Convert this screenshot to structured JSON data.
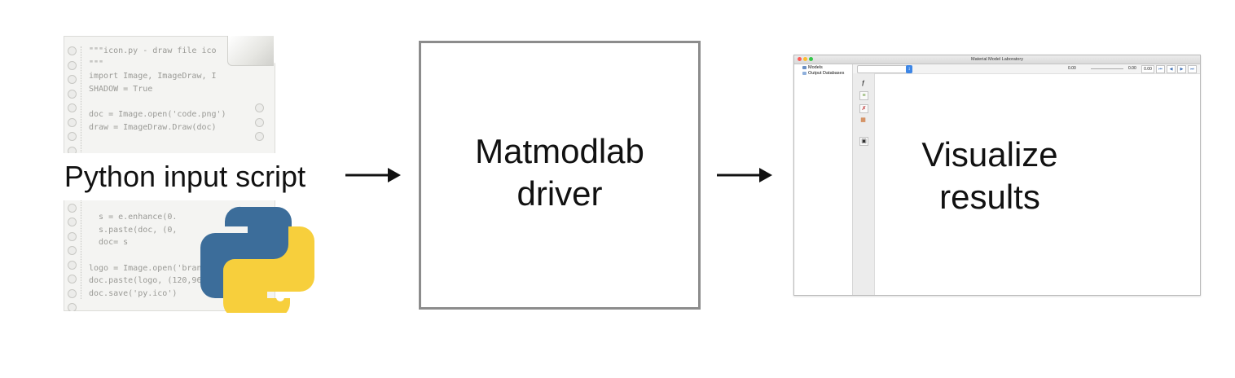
{
  "nodes": {
    "input": {
      "label": "Python input script"
    },
    "driver": {
      "label_line1": "Matmodlab",
      "label_line2": "driver"
    },
    "output": {
      "label_line1": "Visualize",
      "label_line2": "results"
    }
  },
  "script_icon": {
    "code_lines": [
      "\"\"\"icon.py - draw file ico",
      "\"\"\"",
      "import Image, ImageDraw, I",
      "SHADOW = True",
      "",
      "doc = Image.open('code.png')",
      "draw = ImageDraw.Draw(doc)",
      "",
      "",
      "",
      "",
      "",
      "",
      "  s = e.enhance(0.",
      "  s.paste(doc, (0,",
      "  doc= s",
      "",
      "logo = Image.open('brand.",
      "doc.paste(logo, (120,96), logo)",
      "doc.save('py.ico')"
    ]
  },
  "app_window": {
    "title": "Material Model Laboratory",
    "tree": [
      "Models",
      "Output Databases"
    ],
    "time_start": "0.00",
    "time_end": "0.00",
    "time_current": "0.00",
    "nav_buttons": [
      "⏮",
      "◀",
      "▶",
      "⏭"
    ],
    "tool_buttons": [
      "ƒ",
      "≡",
      "✗",
      "▦",
      "▣"
    ]
  }
}
